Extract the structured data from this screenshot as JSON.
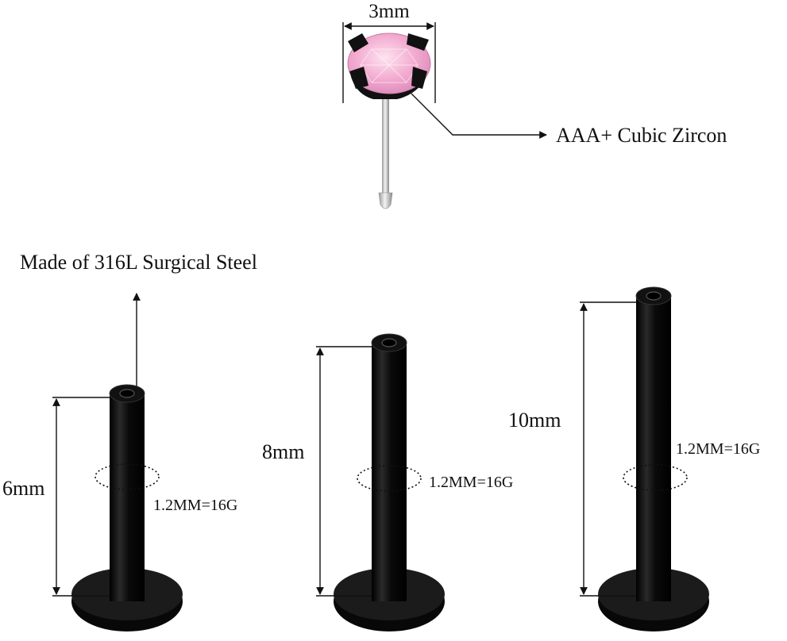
{
  "labels": {
    "gem_width": "3mm",
    "gem_material": "AAA+ Cubic Zircon",
    "steel_material": "Made of 316L Surgical Steel",
    "gauge_1": "1.2MM=16G",
    "gauge_2": "1.2MM=16G",
    "gauge_3": "1.2MM=16G",
    "length_1": "6mm",
    "length_2": "8mm",
    "length_3": "10mm"
  },
  "colors": {
    "gem_pink": "#f2a9cf",
    "gem_highlight": "#fbd9ea",
    "post_black": "#0c0c0c",
    "pin_silver": "#c8c8c8"
  }
}
